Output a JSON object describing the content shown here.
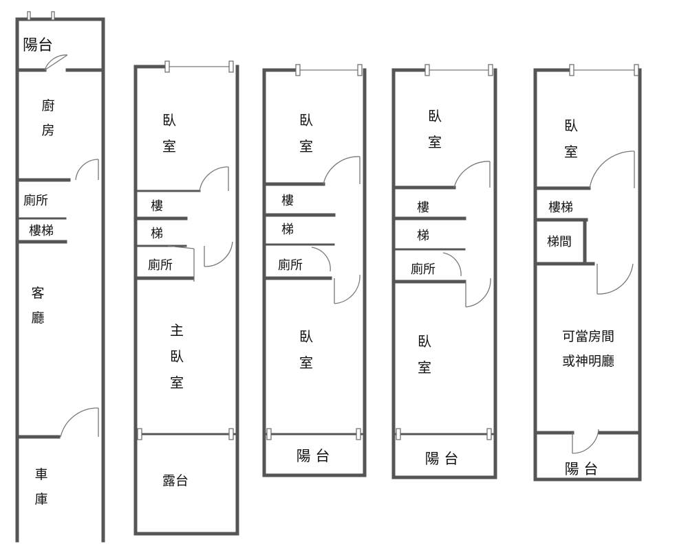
{
  "floorplans": [
    {
      "id": "floor1",
      "rooms": [
        {
          "key": "balcony",
          "label": "陽台"
        },
        {
          "key": "kitchen",
          "label": "廚\n房"
        },
        {
          "key": "toilet",
          "label": "廁所"
        },
        {
          "key": "stairs",
          "label": "樓梯"
        },
        {
          "key": "living",
          "label": "客\n廳"
        },
        {
          "key": "garage",
          "label": "車\n庫"
        }
      ]
    },
    {
      "id": "floor2",
      "rooms": [
        {
          "key": "bedroom",
          "label": "臥\n室"
        },
        {
          "key": "stair1",
          "label": "樓"
        },
        {
          "key": "stair2",
          "label": "梯"
        },
        {
          "key": "toilet",
          "label": "廁所"
        },
        {
          "key": "master",
          "label": "主\n臥\n室"
        },
        {
          "key": "terrace",
          "label": "露台"
        }
      ]
    },
    {
      "id": "floor3",
      "rooms": [
        {
          "key": "bedroom_front",
          "label": "臥\n室"
        },
        {
          "key": "stair1",
          "label": "樓"
        },
        {
          "key": "stair2",
          "label": "梯"
        },
        {
          "key": "toilet",
          "label": "廁所"
        },
        {
          "key": "bedroom_back",
          "label": "臥\n室"
        },
        {
          "key": "balcony",
          "label": "陽 台"
        }
      ]
    },
    {
      "id": "floor4",
      "rooms": [
        {
          "key": "bedroom_front",
          "label": "臥\n室"
        },
        {
          "key": "stair1",
          "label": "樓"
        },
        {
          "key": "stair2",
          "label": "梯"
        },
        {
          "key": "toilet",
          "label": "廁所"
        },
        {
          "key": "bedroom_back",
          "label": "臥\n室"
        },
        {
          "key": "balcony",
          "label": "陽 台"
        }
      ]
    },
    {
      "id": "floor5",
      "rooms": [
        {
          "key": "bedroom",
          "label": "臥\n室"
        },
        {
          "key": "stairs",
          "label": "樓梯"
        },
        {
          "key": "stairwell",
          "label": "梯間"
        },
        {
          "key": "shrine",
          "label": "可當房間\n或神明廳"
        },
        {
          "key": "balcony",
          "label": "陽 台"
        }
      ]
    }
  ]
}
